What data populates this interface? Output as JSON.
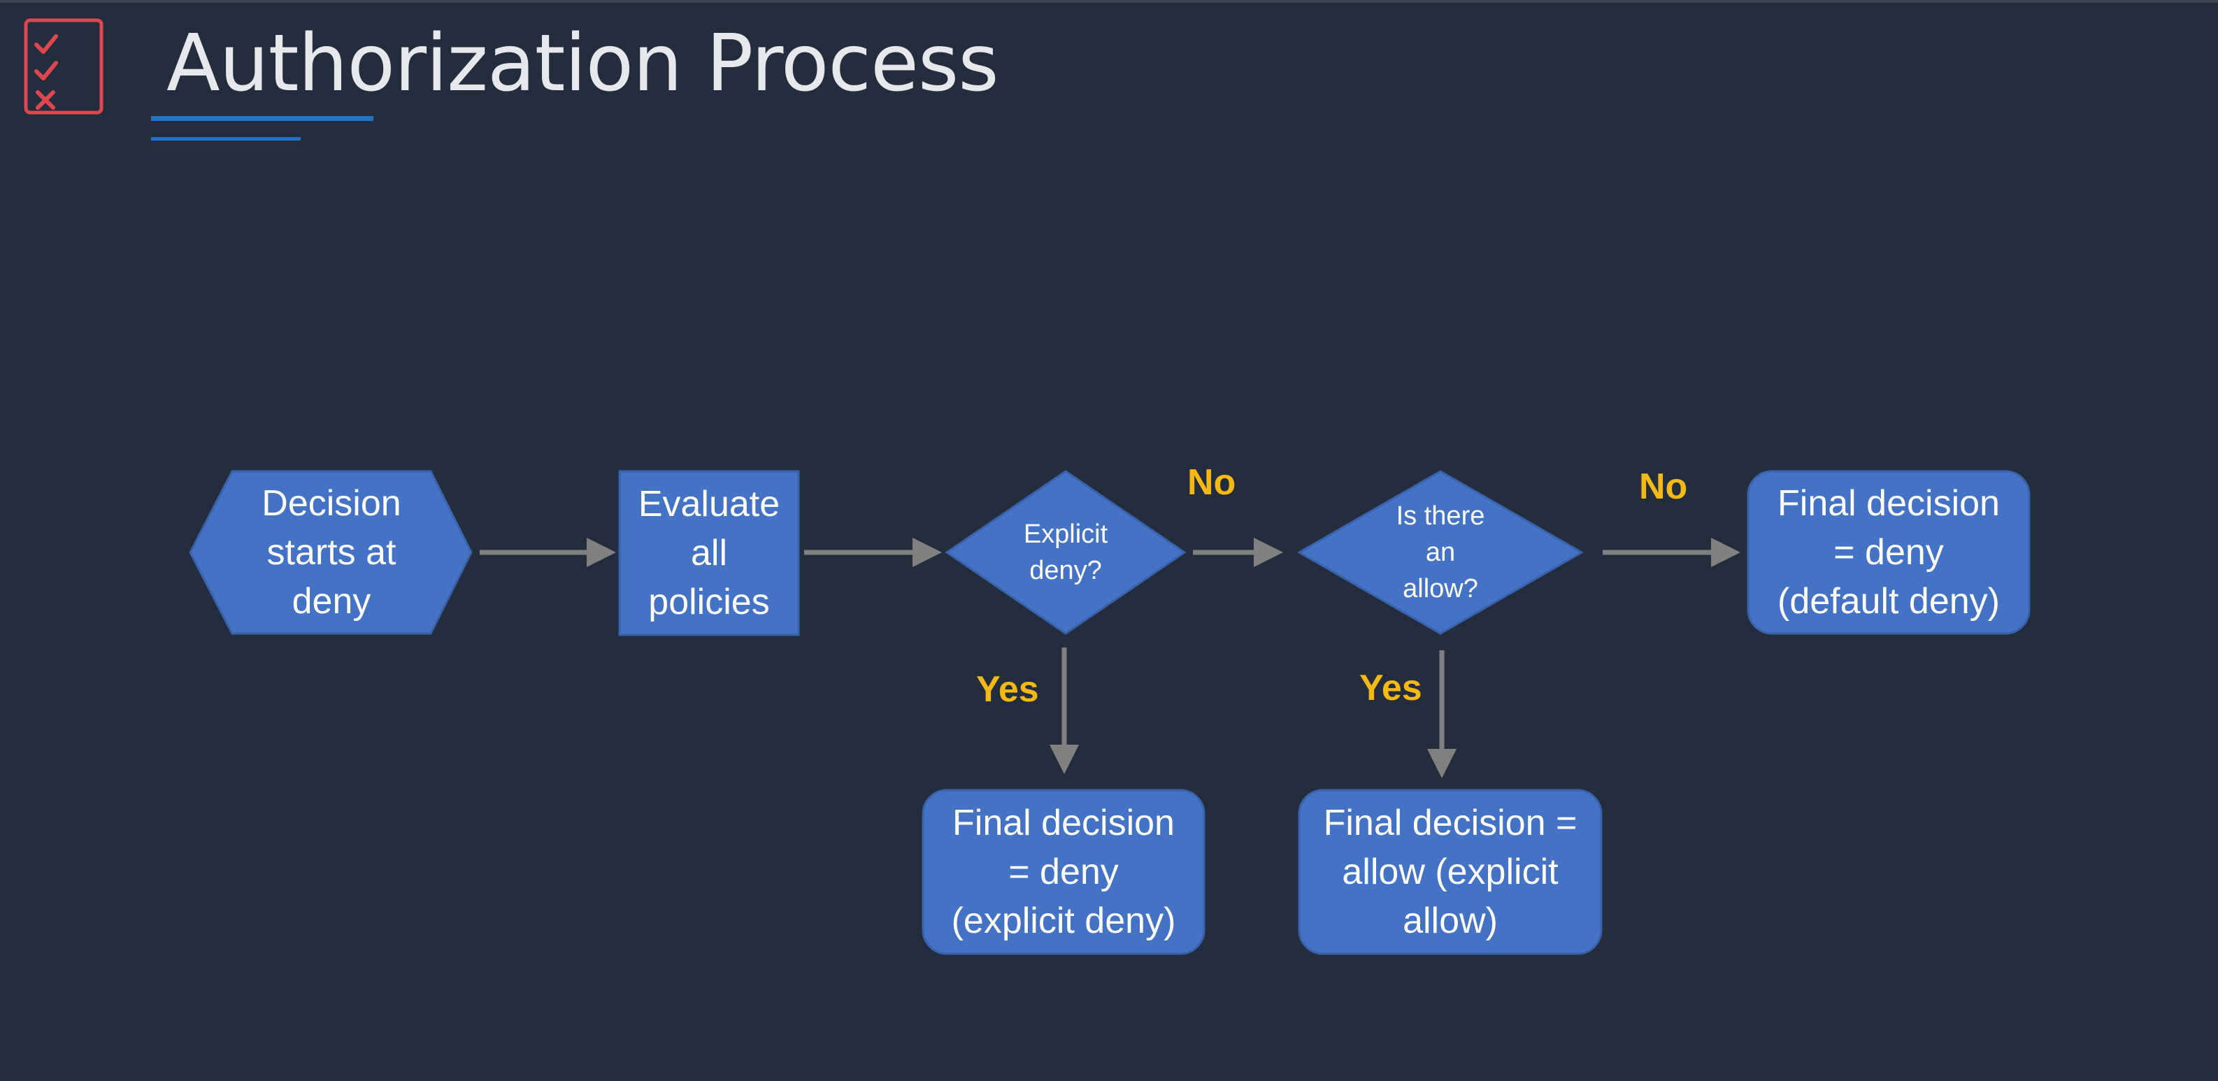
{
  "slide": {
    "title": "Authorization Process",
    "accent_color": "#1f73c9",
    "background_color": "#232d3e",
    "logo_icon": "checklist-icon",
    "logo_color": "#e0464e"
  },
  "diagram": {
    "node_color": "#4472c4",
    "arrow_color": "#808080",
    "label_color": "#f5b915",
    "nodes": {
      "start": "Decision\nstarts at\ndeny",
      "evaluate": "Evaluate\nall\npolicies",
      "explicit_deny_check": "Explicit\ndeny?",
      "allow_check": "Is there\nan\nallow?",
      "default_deny": "Final decision\n= deny\n(default deny)",
      "explicit_deny_result": "Final decision\n= deny\n(explicit deny)",
      "explicit_allow_result": "Final decision =\nallow (explicit\nallow)"
    },
    "branch_labels": {
      "deny_check_no": "No",
      "allow_check_no": "No",
      "deny_check_yes": "Yes",
      "allow_check_yes": "Yes"
    }
  }
}
